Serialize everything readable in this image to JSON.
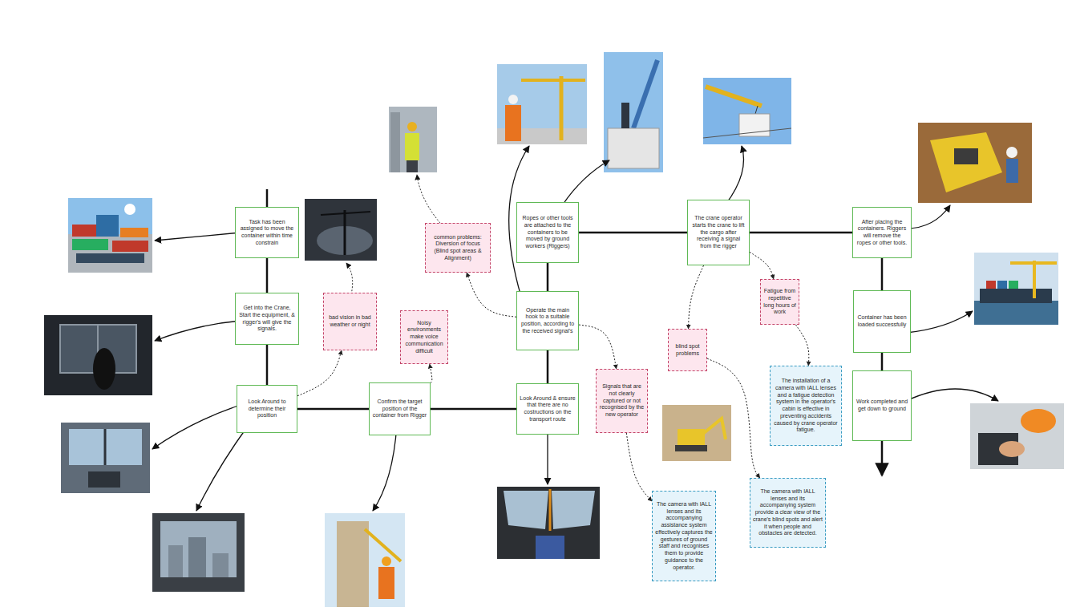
{
  "diagram": {
    "nodes": [
      {
        "text": [
          "Task has been assigned to move the container within time constrain"
        ]
      },
      {
        "text": [
          "Get into the Crane, Start the equipment, & rigger's will give the signals."
        ]
      },
      {
        "text": [
          "Look Around to determine their position"
        ]
      },
      {
        "text": [
          "bad vision in bad weather or night"
        ]
      },
      {
        "text": [
          "Confirm the target position of the container from Rigger"
        ]
      },
      {
        "text": [
          "Noisy environments make voice communication difficult"
        ]
      },
      {
        "text": [
          "Look Around & ensure that there are no costructions on the transport route"
        ]
      },
      {
        "text": [
          "Operate the main hook to a suitable position, according to the received signal's"
        ]
      },
      {
        "text": [
          "common problems: Diversion of focus (Blind spot areas & Alignment)"
        ]
      },
      {
        "text": [
          "Signals that are not clearly captured or not recognised by the new operator"
        ]
      },
      {
        "text": [
          "The camera with IALL lenses and its accompanying assistance system effectively captures the gestures of ground staff and recognises them to provide guidance to the operator."
        ]
      },
      {
        "text": [
          "Ropes or other tools are attached to the containers to be moved by ground workers (Riggers)"
        ]
      },
      {
        "text": [
          "The crane operator starts the crane to lift the cargo after receiving a signal from the rigger"
        ]
      },
      {
        "text": [
          "blind spot problems"
        ]
      },
      {
        "text": [
          "The camera with IALL lenses and its accompanying system provide a clear view of the crane's blind spots and alert it when people and obstacles are detected."
        ]
      },
      {
        "text": [
          "Fatigue from repetitive long hours of work"
        ]
      },
      {
        "text": [
          "The installation of a camera with IALL lenses and a fatigue detection system in the operator's cabin is effective in preventing accidents caused by crane operator fatigue."
        ]
      },
      {
        "text": [
          "After placing the containers. Riggers will remove the ropes or other tools."
        ]
      },
      {
        "text": [
          "Container has been loaded successfully"
        ]
      },
      {
        "text": [
          "Work completed and get down to ground"
        ]
      }
    ],
    "edges": [
      {
        "from": 0,
        "to": 1,
        "arrow": "none"
      },
      {
        "from": 1,
        "to": 2,
        "arrow": "none"
      },
      {
        "from": 2,
        "to": 4,
        "arrow": "none"
      },
      {
        "from": 4,
        "to": 6,
        "arrow": "none"
      },
      {
        "from": 6,
        "to": 7,
        "arrow": "none"
      },
      {
        "from": 7,
        "to": 11,
        "arrow": "none"
      },
      {
        "from": 11,
        "to": 12,
        "arrow": "none"
      },
      {
        "from": 12,
        "to": 17,
        "arrow": "none"
      },
      {
        "from": 17,
        "to": 18,
        "arrow": "none"
      },
      {
        "from": 18,
        "to": 19,
        "arrow": "none"
      },
      {
        "from": 2,
        "to": 3,
        "arrow": "to"
      },
      {
        "from": 4,
        "to": 5,
        "arrow": "to"
      },
      {
        "from": 7,
        "to": 8,
        "arrow": "to"
      },
      {
        "from": 7,
        "to": 9,
        "arrow": "to"
      },
      {
        "from": 9,
        "to": 10,
        "arrow": "to"
      },
      {
        "from": 12,
        "to": 13,
        "arrow": "to"
      },
      {
        "from": 13,
        "to": 14,
        "arrow": "to"
      },
      {
        "from": 12,
        "to": 15,
        "arrow": "to"
      },
      {
        "from": 15,
        "to": 16,
        "arrow": "to"
      }
    ]
  }
}
